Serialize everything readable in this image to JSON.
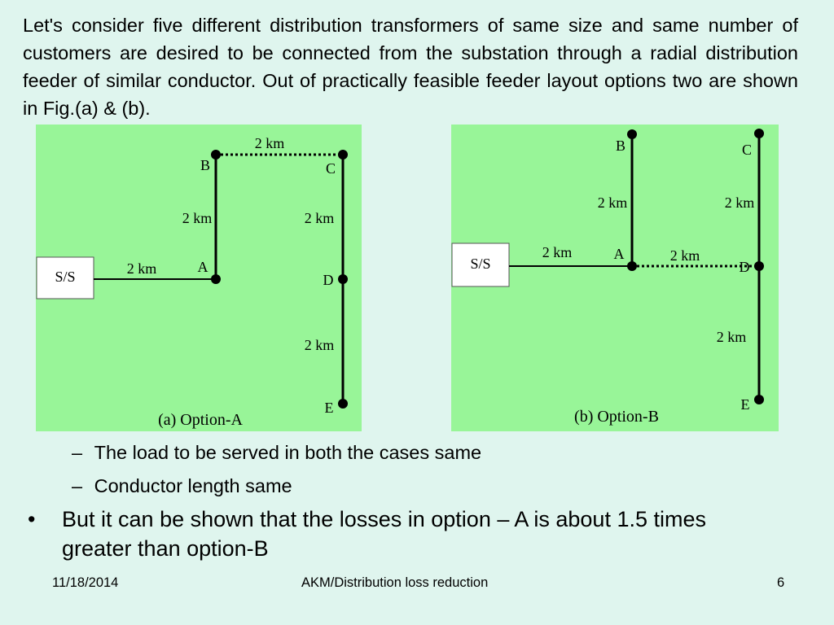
{
  "intro_text": "Let's consider five different distribution transformers of same size and same number of customers are desired to be connected from the substation through a radial distribution feeder of similar conductor. Out of practically feasible feeder layout options two are shown in Fig.(a) & (b).",
  "option_a": {
    "caption": "(a) Option-A",
    "substation": "S/S",
    "nodes": {
      "a": "A",
      "b": "B",
      "c": "C",
      "d": "D",
      "e": "E"
    },
    "segments": {
      "ss_a": "2 km",
      "a_b": "2 km",
      "b_c": "2 km",
      "c_d": "2 km",
      "d_e": "2 km"
    }
  },
  "option_b": {
    "caption": "(b) Option-B",
    "substation": "S/S",
    "nodes": {
      "a": "A",
      "b": "B",
      "c": "C",
      "d": "D",
      "e": "E"
    },
    "segments": {
      "ss_a": "2 km",
      "a_b": "2 km",
      "a_d": "2 km",
      "c_d": "2 km",
      "d_e": "2 km"
    }
  },
  "sub_bullets": [
    "The load to be served in both the cases same",
    "Conductor length same"
  ],
  "main_bullet": "But it can be shown that the losses in option – A is about 1.5 times greater than option-B",
  "footer": {
    "date": "11/18/2014",
    "title": "AKM/Distribution loss reduction",
    "page": "6"
  }
}
